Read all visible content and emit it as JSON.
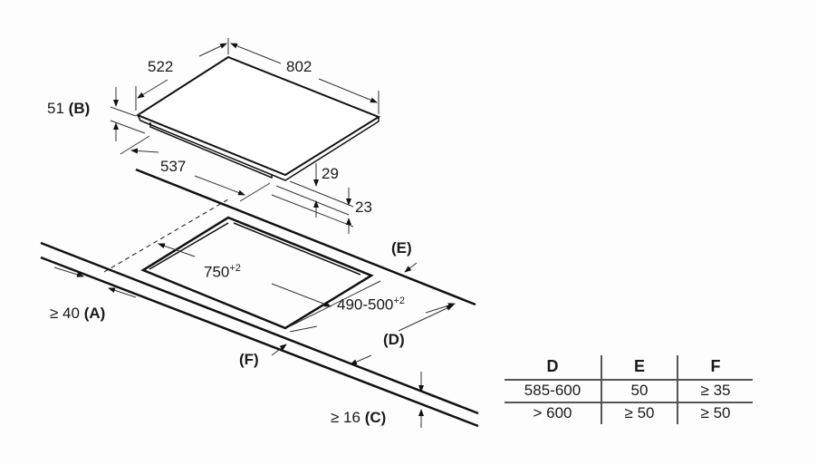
{
  "hob": {
    "depth": "522",
    "width": "802",
    "height_b": "51",
    "height_b_tag": "(B)",
    "inner_depth": "537",
    "front_h": "29",
    "bottom_h": "23"
  },
  "cutout": {
    "width": "750",
    "width_tol": "+2",
    "depth": "490-500",
    "depth_tol": "+2"
  },
  "labels": {
    "a_value": "≥ 40",
    "a_tag": "(A)",
    "c_value": "≥ 16",
    "c_tag": "(C)",
    "d_tag": "(D)",
    "e_tag": "(E)",
    "f_tag": "(F)"
  },
  "table": {
    "headers": [
      "D",
      "E",
      "F"
    ],
    "rows": [
      [
        "585-600",
        "50",
        "≥ 35"
      ],
      [
        "> 600",
        "≥ 50",
        "≥ 50"
      ]
    ]
  }
}
